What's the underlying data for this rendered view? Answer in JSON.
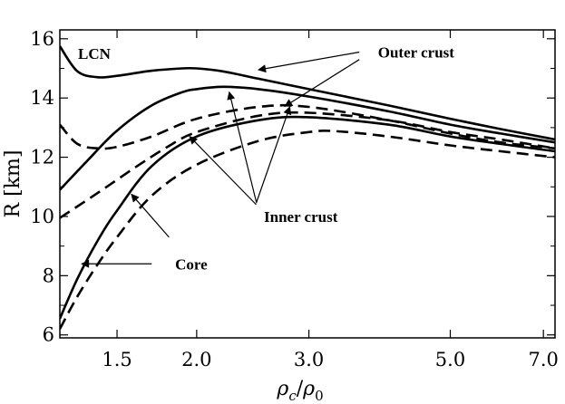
{
  "chart_data": {
    "type": "line",
    "title": "",
    "tag": "LCN",
    "xlabel": "ρc/ρ0",
    "xlabel_main": "ρ",
    "xlabel_sub1": "c",
    "xlabel_sub2": "0",
    "ylabel": "R [km]",
    "x_scale": "log",
    "xlim": [
      1.22,
      7.3
    ],
    "ylim": [
      5.9,
      16.3
    ],
    "x_ticks": [
      1.5,
      2.0,
      3.0,
      5.0,
      7.0
    ],
    "x_tick_labels": [
      "1.5",
      "2.0",
      "3.0",
      "5.0",
      "7.0"
    ],
    "y_ticks": [
      6,
      8,
      10,
      12,
      14,
      16
    ],
    "y_tick_labels": [
      "6",
      "8",
      "10",
      "12",
      "14",
      "16"
    ],
    "grid": false,
    "legend": "none",
    "series": [
      {
        "style": "solid",
        "x": [
          1.22,
          1.3,
          1.4,
          1.5,
          1.7,
          1.9,
          2.0,
          2.2,
          2.5,
          3.0,
          4.0,
          5.0,
          6.0,
          7.3
        ],
        "y": [
          15.75,
          14.9,
          14.7,
          14.75,
          14.92,
          15.0,
          15.0,
          14.9,
          14.65,
          14.3,
          13.75,
          13.3,
          12.95,
          12.6
        ]
      },
      {
        "style": "solid",
        "x": [
          1.22,
          1.35,
          1.5,
          1.7,
          1.9,
          2.0,
          2.2,
          2.5,
          3.0,
          4.0,
          5.0,
          6.0,
          7.3
        ],
        "y": [
          10.9,
          11.9,
          12.9,
          13.75,
          14.2,
          14.3,
          14.38,
          14.3,
          14.05,
          13.55,
          13.1,
          12.8,
          12.5
        ]
      },
      {
        "style": "dashed",
        "x": [
          1.22,
          1.3,
          1.4,
          1.5,
          1.7,
          2.0,
          2.5,
          3.0,
          4.0,
          5.0,
          6.0,
          7.3
        ],
        "y": [
          13.1,
          12.45,
          12.3,
          12.35,
          12.7,
          13.3,
          13.7,
          13.7,
          13.25,
          12.8,
          12.5,
          12.3
        ]
      },
      {
        "style": "dashed",
        "x": [
          1.22,
          1.4,
          1.6,
          1.8,
          2.0,
          2.5,
          3.0,
          4.0,
          5.0,
          6.0,
          7.3
        ],
        "y": [
          9.95,
          10.8,
          11.65,
          12.35,
          12.85,
          13.4,
          13.5,
          13.25,
          12.85,
          12.6,
          12.3
        ]
      },
      {
        "style": "solid",
        "x": [
          1.22,
          1.3,
          1.4,
          1.5,
          1.7,
          2.0,
          2.5,
          3.0,
          4.0,
          5.0,
          6.0,
          7.3
        ],
        "y": [
          6.55,
          7.9,
          9.2,
          10.2,
          11.7,
          12.7,
          13.25,
          13.35,
          13.1,
          12.7,
          12.45,
          12.2
        ]
      },
      {
        "style": "dashed",
        "x": [
          1.22,
          1.3,
          1.4,
          1.5,
          1.7,
          2.0,
          2.5,
          3.0,
          3.3,
          4.0,
          5.0,
          6.0,
          7.3
        ],
        "y": [
          6.2,
          7.3,
          8.4,
          9.3,
          10.7,
          11.75,
          12.55,
          12.85,
          12.88,
          12.7,
          12.4,
          12.2,
          12.0
        ]
      }
    ],
    "annotations": [
      {
        "text": "Outer crust",
        "text_at": [
          3.85,
          15.55
        ],
        "arrows": [
          {
            "from": [
              3.6,
              15.55
            ],
            "to": [
              2.5,
              14.95
            ]
          },
          {
            "from": [
              3.6,
              15.3
            ],
            "to": [
              2.75,
              13.72
            ]
          }
        ]
      },
      {
        "text": "Inner crust",
        "text_at": [
          2.55,
          10.0
        ],
        "arrows": [
          {
            "from": [
              2.48,
              10.5
            ],
            "to": [
              2.25,
              14.2
            ]
          },
          {
            "from": [
              2.48,
              10.45
            ],
            "to": [
              2.8,
              13.7
            ]
          },
          {
            "from": [
              2.48,
              10.4
            ],
            "to": [
              1.95,
              12.7
            ]
          }
        ]
      },
      {
        "text": "Core",
        "text_at": [
          1.85,
          8.4
        ],
        "arrows": [
          {
            "from": [
              1.81,
              9.3
            ],
            "to": [
              1.58,
              10.75
            ]
          },
          {
            "from": [
              1.7,
              8.4
            ],
            "to": [
              1.32,
              8.4
            ]
          }
        ]
      }
    ]
  }
}
